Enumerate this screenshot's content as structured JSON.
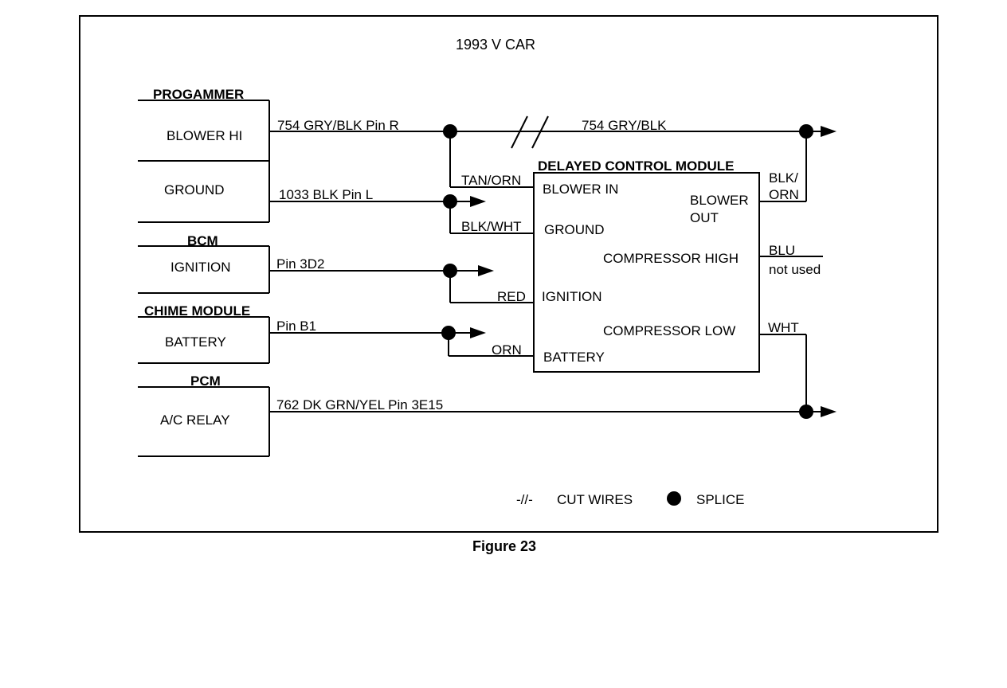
{
  "diagram": {
    "title": "1993  V CAR",
    "caption": "Figure 23",
    "colors": {
      "ink": "#000000",
      "paper": "#ffffff"
    },
    "sources": {
      "programmer": {
        "header": "PROGAMMER",
        "row1": "BLOWER HI",
        "row2": "GROUND"
      },
      "bcm": {
        "header": "BCM",
        "row1": "IGNITION"
      },
      "chime": {
        "header": "CHIME MODULE",
        "row1": "BATTERY"
      },
      "pcm": {
        "header": "PCM",
        "row1": "A/C RELAY"
      }
    },
    "wires": {
      "blower_hi": "754 GRY/BLK  Pin R",
      "blower_hi_cont": "754 GRY/BLK",
      "ground": "1033 BLK  Pin L",
      "ignition": "Pin 3D2",
      "battery": "Pin B1",
      "ac_relay": "762  DK GRN/YEL  Pin 3E15",
      "tan_orn": "TAN/ORN",
      "blk_wht": "BLK/WHT",
      "red": "RED",
      "orn": "ORN",
      "blk_orn_1": "BLK/",
      "blk_orn_2": "ORN",
      "blu": "BLU",
      "not_used": "not used",
      "wht": "WHT"
    },
    "module": {
      "title": "DELAYED CONTROL MODULE",
      "blower_in": "BLOWER IN",
      "ground": "GROUND",
      "ignition": "IGNITION",
      "battery": "BATTERY",
      "blower_out_1": "BLOWER",
      "blower_out_2": "OUT",
      "compressor_high": "COMPRESSOR HIGH",
      "compressor_low": "COMPRESSOR LOW"
    },
    "legend": {
      "cut_symbol": "-//-",
      "cut_label": "CUT WIRES",
      "splice_label": "SPLICE"
    }
  }
}
